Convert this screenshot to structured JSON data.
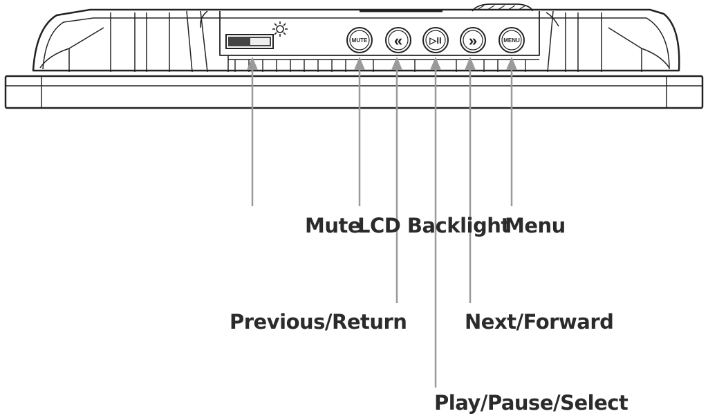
{
  "buttons": {
    "mute": "MUTE",
    "prev": "«",
    "play": "▷II",
    "next": "»",
    "menu": "MENU"
  },
  "labels": {
    "mute": "Mute",
    "backlight": "LCD Backlight",
    "menu": "Menu",
    "previous": "Previous/Return",
    "next": "Next/Forward",
    "play": "Play/Pause/Select"
  }
}
